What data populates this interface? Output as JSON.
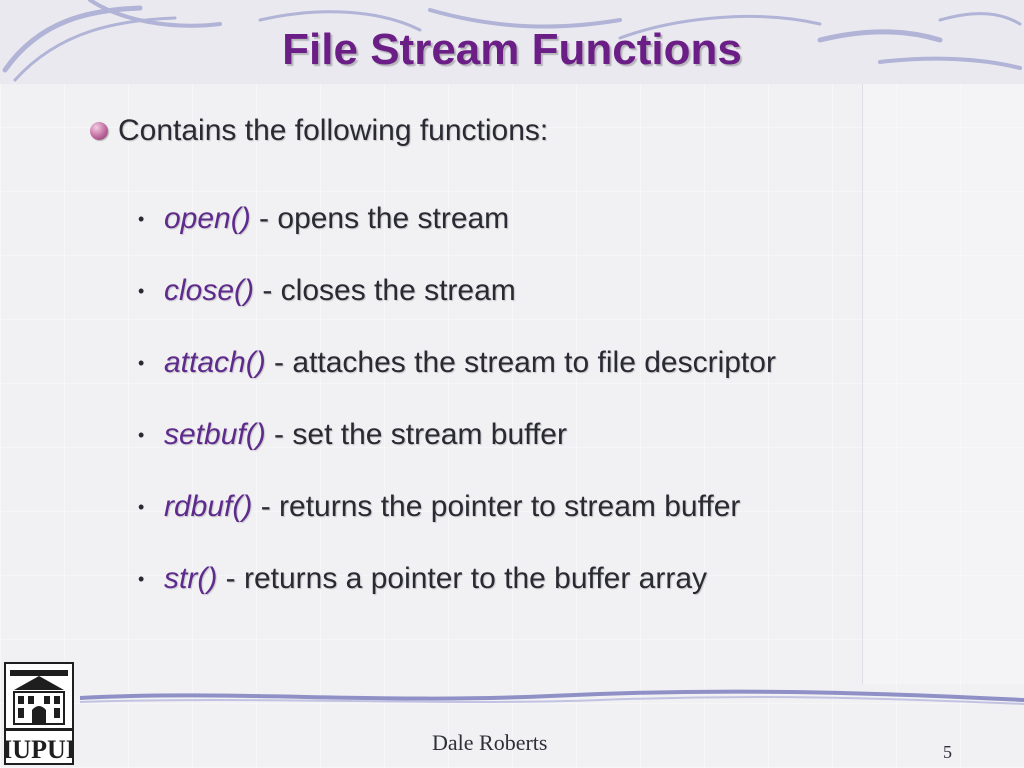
{
  "slide": {
    "title": "File Stream Functions",
    "lead": "Contains the following functions:",
    "items": [
      {
        "fn": "open()",
        "desc": " - opens the stream"
      },
      {
        "fn": "close()",
        "desc": " - closes the stream"
      },
      {
        "fn": "attach()",
        "desc": " - attaches the stream to file descriptor"
      },
      {
        "fn": "setbuf()",
        "desc": " - set the stream buffer"
      },
      {
        "fn": "rdbuf()",
        "desc": " - returns the pointer to stream buffer"
      },
      {
        "fn": "str()",
        "desc": " - returns a pointer to the buffer array"
      }
    ]
  },
  "footer": {
    "author": "Dale Roberts",
    "page": "5",
    "logo_text": "IUPUI"
  },
  "icons": {
    "lead_bullet": "pink-sphere-bullet-icon",
    "item_bullet": "small-dot-bullet-icon",
    "logo": "iupui-logo-icon"
  },
  "colors": {
    "title": "#6b1f86",
    "function_name": "#5e2a8c",
    "body_text": "#2a2a33",
    "background": "#f1f1f4",
    "accent_swirl": "#8f91c6"
  }
}
